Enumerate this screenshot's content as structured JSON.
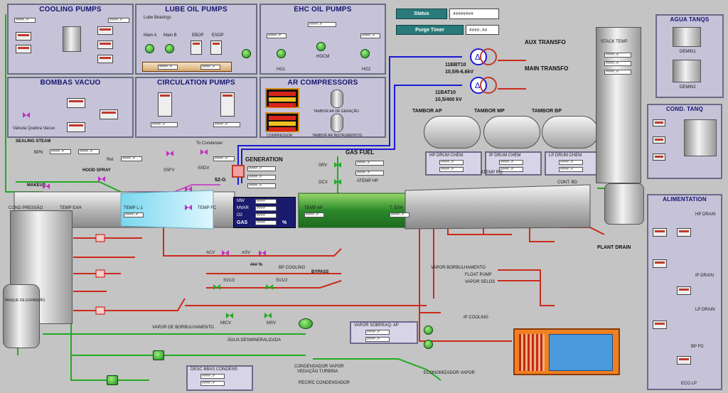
{
  "panels": {
    "cooling_pumps": "COOLING PUMPS",
    "lube_oil_pumps": "LUBE OIL PUMPS",
    "ehc_oil_pumps": "EHC OIL PUMPS",
    "bombas_vacuo": "BOMBAS VACUO",
    "circulation_pumps": "CIRCULATION PUMPS",
    "ar_compressors": "AR COMPRESSORS",
    "agua_tanqs": "AGUA TANQS",
    "cond_tanq": "COND. TANQ",
    "alimentation": "ALIMENTATION"
  },
  "header": {
    "status_label": "Status",
    "status_value": "########",
    "purge_timer_label": "Purge Timer",
    "purge_timer_value": "####.##"
  },
  "lube": {
    "lube_bearings": "Lube Bearings",
    "main_a": "Main A",
    "main_b": "Main B",
    "ebop": "EBOP",
    "esop": "ESOP"
  },
  "ehc": {
    "hocm": "HOCM",
    "hg1": "HG1",
    "hg2": "HG2"
  },
  "vacuo": {
    "valvula": "Valvula Quebra Vacuo"
  },
  "ar": {
    "tambor_ar_geracao": "TAMBOR AR DE GERAÇÃO",
    "tambor_ar_instrumentos": "TAMBOR AR INSTRUMENTOS",
    "compressor": "COMPRESSOR"
  },
  "transfo": {
    "aux": "AUX TRANSFO",
    "main": "MAIN TRANSFO",
    "bbt_a": "11BBT10",
    "bbt_a_kv": "10,5/6-6,6kV",
    "bat": "11BAT10",
    "bat_kv": "10,5/400 kV"
  },
  "tags": {
    "sealing_steam": "SEALING STEAM",
    "hood_spray": "HOOD SPRAY",
    "makeup": "MAKEUP",
    "to_condenser": "To Condenser",
    "ssfv": "SSFV",
    "ssdv": "SSDV",
    "generation": "GENERATION",
    "breaker": "52-G",
    "gas_fuel": "GAS FUEL",
    "srv": "SRV",
    "gcv": "GCV",
    "atemp_hp": "ATEMP HP",
    "atemp_rq": "ATEMP RQ",
    "cont_bd": "CONT. BD",
    "cond_pressao": "COND PRESSÃO",
    "temp_exh": "TEMP EXH",
    "temp_l1": "TEMP L-1",
    "temp_fc": "TEMP FC",
    "temp_ap": "TEMP AP",
    "t_exh": "T. EXH",
    "tambor_ap": "TAMBOR AP",
    "tambor_mp": "TAMBOR MP",
    "tambor_bp": "TAMBOR BP",
    "hp_drum": "HP DRUM CHEM",
    "ip_drum": "IP DRUM CHEM",
    "lp_drum": "LP DRUM CHEM",
    "stack_temp": "STACK TEMP",
    "demin1": "DEMIN1",
    "demin2": "DEMIN2",
    "plant_drain": "PLANT DRAIN",
    "acv": "ACV",
    "asv": "ASV",
    "bp_cooling": "BP COOLING",
    "bypass": "BYPASS",
    "sv12a": "SV1/2",
    "sv12b": "SV1/2",
    "micv": "MICV",
    "msv": "MSV",
    "vapor_borbulhamento": "VAPOR BORBULHAMENTO",
    "float_pump": "FLOAT PUMP",
    "vapor_selos": "VAPOR SELOS",
    "ip_cooling": "IP COOLING",
    "vapor_de_borbulhamento": "VAPOR DE BORBULHAMENTO",
    "agua_desmineralizada": "ÁGUA DESMINERALIZADA",
    "vapor_sobreaq": "VAPOR SOBREAQ. AP",
    "condensador_vapor": "CONDENSADOR VAPOR",
    "vedacao_turbina": "VEDAÇÃO TURBINA",
    "recirc_condensador": "RECIRC CONDENSADOR",
    "economizador_vapor": "ECONOMIZADOR VAPOR",
    "desc_bbas_condens": "DESC BBAS CONDENS",
    "tanque_expansao": "TANQUE DE EXPANSÃO",
    "hp_drain": "HP DRAIN",
    "ip_drain": "IP DRAIN",
    "lp_drain": "LP DRAIN",
    "bp_fd": "BP FD",
    "eco_lp": "ECO LP",
    "bpn": "BPN",
    "ret": "Ret"
  },
  "gen": {
    "mw_label": "MW",
    "mvar_label": "MVAR",
    "o2_label": "O2",
    "gas_label": "GAS",
    "pct": "%"
  },
  "values": {
    "vx": "####.#",
    "vhash": "####",
    "pct_val": "### %"
  },
  "colors": {
    "panel_bg": "#c6c2d8",
    "pipe_red": "#cc2a1a",
    "pipe_green": "#22aa22",
    "pipe_blue": "#1a1ad8",
    "pipe_magenta": "#c030c0"
  }
}
